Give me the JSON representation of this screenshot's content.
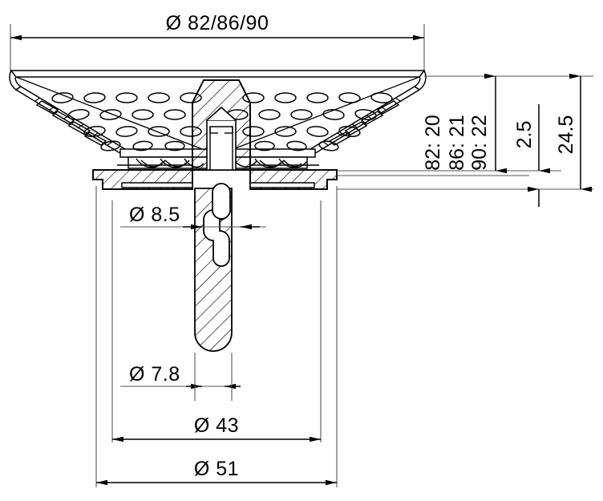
{
  "drawing": {
    "title": "Sink strainer basket cross-section",
    "background_color": "#ffffff",
    "line_color": "#000000",
    "thin_line_color": "#555555",
    "dimensions": {
      "top_diameter": {
        "label": "Ø 82/86/90",
        "symbol": "Ø",
        "value": "82/86/90",
        "orientation": "horizontal",
        "position": "top"
      },
      "basket_depth": {
        "lines": [
          "82: 20",
          "86: 21",
          "90: 22"
        ],
        "line1": "82: 20",
        "line2": "86: 21",
        "line3": "90: 22",
        "orientation": "vertical",
        "position": "right"
      },
      "flange_thickness": {
        "label": "2.5",
        "value": "2.5",
        "orientation": "vertical",
        "position": "right"
      },
      "overall_height": {
        "label": "24.5",
        "value": "24.5",
        "orientation": "vertical",
        "position": "right-outer"
      },
      "slot_width": {
        "label": "Ø 8.5",
        "symbol": "Ø",
        "value": "8.5",
        "orientation": "horizontal",
        "position": "stem-upper"
      },
      "stem_diameter": {
        "label": "Ø 7.8",
        "symbol": "Ø",
        "value": "7.8",
        "orientation": "horizontal",
        "position": "stem-lower"
      },
      "inner_flange_diameter": {
        "label": "Ø 43",
        "symbol": "Ø",
        "value": "43",
        "orientation": "horizontal",
        "position": "bottom-inner"
      },
      "outer_flange_diameter": {
        "label": "Ø 51",
        "symbol": "Ø",
        "value": "51",
        "orientation": "horizontal",
        "position": "bottom-outer"
      }
    },
    "features": {
      "perforated_basket": "conical perforated strainer basket with elliptical holes",
      "center_stem": "hatched central stem with keyhole slot",
      "flange": "bottom mounting flange",
      "hatching": "section hatching at 45 degrees"
    }
  }
}
